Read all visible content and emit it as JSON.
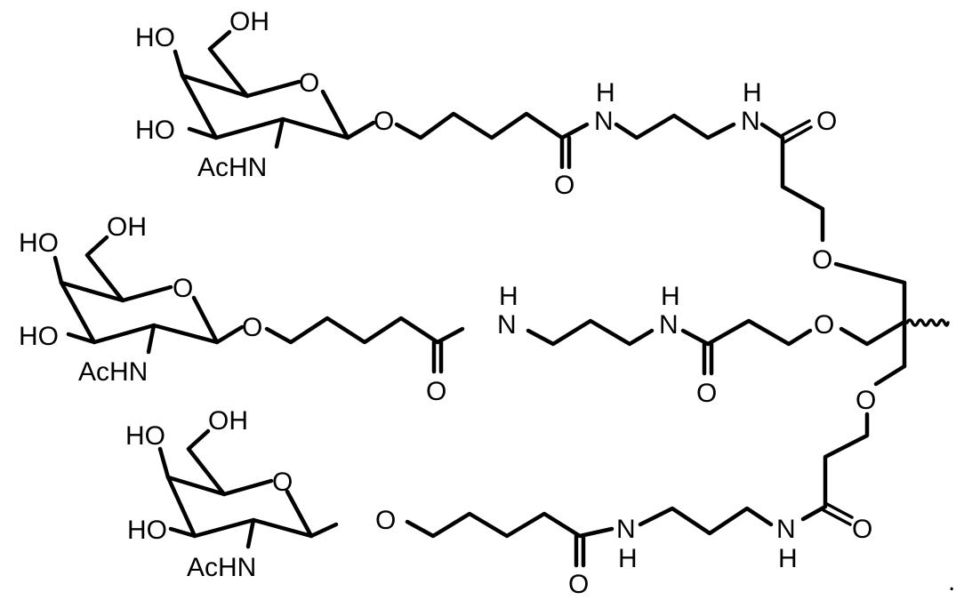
{
  "figure": {
    "type": "chemical-structure",
    "description": "Triantennary GalNAc cluster: three beta-GalNAc residues each linked via O-pentanamide, 1,3-propanediamine spacer and propanoyl-ether arm to a central quaternary carbon; wavy bond indicates attachment point",
    "trailing_punctuation": "."
  },
  "arms": [
    {
      "sugar": {
        "ring_o": "O",
        "ho_top": "HO",
        "oh_ch2": "OH",
        "ho_left": "HO",
        "achn": "AcHN"
      },
      "glycosidic_o": "O",
      "amide1": {
        "n": "N",
        "h": "H",
        "o": "O"
      },
      "amide2": {
        "n": "N",
        "h": "H",
        "o": "O"
      },
      "ether_o": "O"
    },
    {
      "sugar": {
        "ring_o": "O",
        "ho_top": "HO",
        "oh_ch2": "OH",
        "ho_left": "HO",
        "achn": "AcHN"
      },
      "glycosidic_o": "O",
      "amide1": {
        "n": "N",
        "h": "H",
        "o": "O"
      },
      "amide2": {
        "n": "N",
        "h": "H",
        "o": "O"
      },
      "ether_o": "O"
    },
    {
      "sugar": {
        "ring_o": "O",
        "ho_top": "HO",
        "oh_ch2": "OH",
        "ho_left": "HO",
        "achn": "AcHN"
      },
      "glycosidic_o": "O",
      "amide1": {
        "n": "N",
        "h": "H",
        "o": "O"
      },
      "amide2": {
        "n": "N",
        "h": "H",
        "o": "O"
      },
      "ether_o": "O"
    }
  ]
}
